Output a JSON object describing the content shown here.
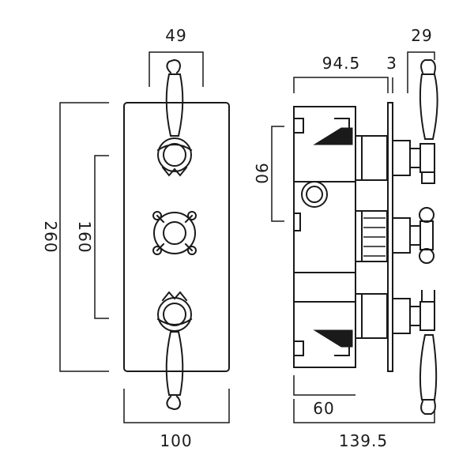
{
  "dimensions": {
    "front_top_width": "49",
    "front_total_height": "260",
    "front_spacing": "160",
    "front_bottom_width": "100",
    "side_depth": "94.5",
    "side_plate": "3",
    "side_handle": "29",
    "side_height": "90",
    "side_bottom_depth": "60",
    "side_total_depth": "139.5"
  }
}
